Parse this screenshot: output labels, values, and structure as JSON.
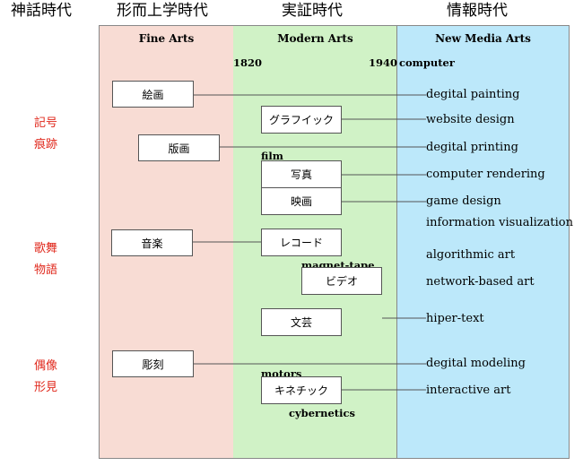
{
  "eras": [
    "神話時代",
    "形而上学時代",
    "実証時代",
    "情報時代"
  ],
  "columns": {
    "fine": "Fine Arts",
    "modern": "Modern Arts",
    "media": "New Media Arts"
  },
  "milestones": {
    "year_start": "1820",
    "year_end": "1940",
    "computer": "computer",
    "film": "film",
    "magnet_tape": "magnet-tape",
    "motors": "motors",
    "cybernetics": "cybernetics"
  },
  "fine_arts": [
    "絵画",
    "版画",
    "音楽",
    "彫刻"
  ],
  "modern_arts": [
    "グラフイック",
    "写真",
    "映画",
    "レコード",
    "ビデオ",
    "文芸",
    "キネチック"
  ],
  "media_arts": [
    "degital painting",
    "website design",
    "degital printing",
    "computer rendering",
    "game design",
    "information visualization",
    "algorithmic art",
    "network-based art",
    "hiper-text",
    "degital modeling",
    "interactive art"
  ],
  "side_labels": [
    [
      "記号",
      "痕跡"
    ],
    [
      "歌舞",
      "物語"
    ],
    [
      "偶像",
      "形見"
    ]
  ],
  "colors": {
    "fine_bg": "#f8dcd4",
    "modern_bg": "#d0f2c6",
    "media_bg": "#bce8fa",
    "side_text": "#e0281c"
  }
}
